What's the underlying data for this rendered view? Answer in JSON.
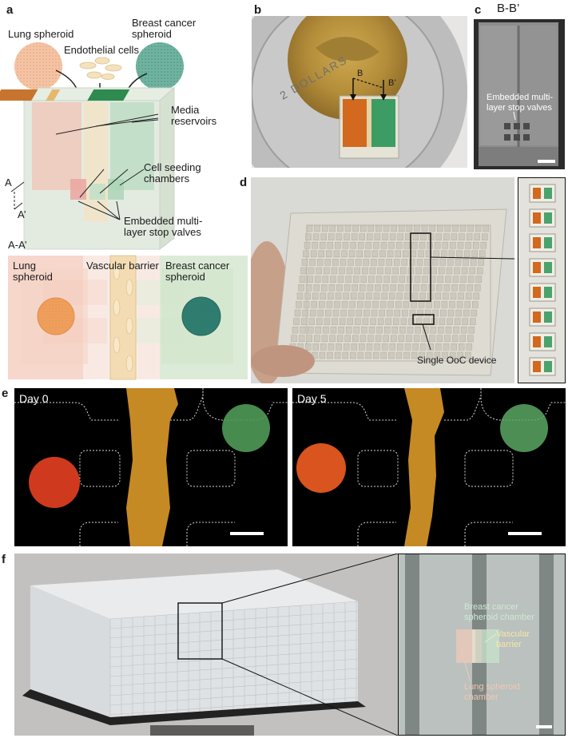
{
  "panels": {
    "a": {
      "label": "a",
      "lung_spheroid": "Lung spheroid",
      "endothelial_cells": "Endothelial cells",
      "breast_cancer_line1": "Breast cancer",
      "breast_cancer_line2": "spheroid",
      "media_line1": "Media",
      "media_line2": "reservoirs",
      "seeding_line1": "Cell seeding",
      "seeding_line2": "chambers",
      "valves_line1": "Embedded multi-",
      "valves_line2": "layer stop valves",
      "axis_a_top": "A",
      "axis_a_bottom": "A’",
      "section_title": "A-A’",
      "sec_lung_line1": "Lung",
      "sec_lung_line2": "spheroid",
      "sec_vascular": "Vascular barrier",
      "sec_breast_line1": "Breast cancer",
      "sec_breast_line2": "spheroid"
    },
    "b": {
      "label": "b",
      "coin_text": "2 DOLLARS",
      "mark_b": "B",
      "mark_b2": "B’"
    },
    "c": {
      "label": "c",
      "title": "B-B’",
      "valves_line1": "Embedded multi-",
      "valves_line2": "layer stop valves"
    },
    "d": {
      "label": "d",
      "single_device": "Single OoC device"
    },
    "e": {
      "label": "e",
      "day0": "Day 0",
      "day5": "Day 5"
    },
    "f": {
      "label": "f",
      "breast_line1": "Breast cancer",
      "breast_line2": "spheroid chamber",
      "vascular_line1": "Vascular",
      "vascular_line2": "barrier",
      "lung_line1": "Lung spheroid",
      "lung_line2": "chamber"
    }
  },
  "colors": {
    "lung": "#e9a07a",
    "breast": "#3f8f7a",
    "vascular": "#f1ddb4",
    "fluor_orange": "#e8a22a",
    "fluor_red": "#cf3a1e",
    "fluor_green": "#4f9a58"
  }
}
